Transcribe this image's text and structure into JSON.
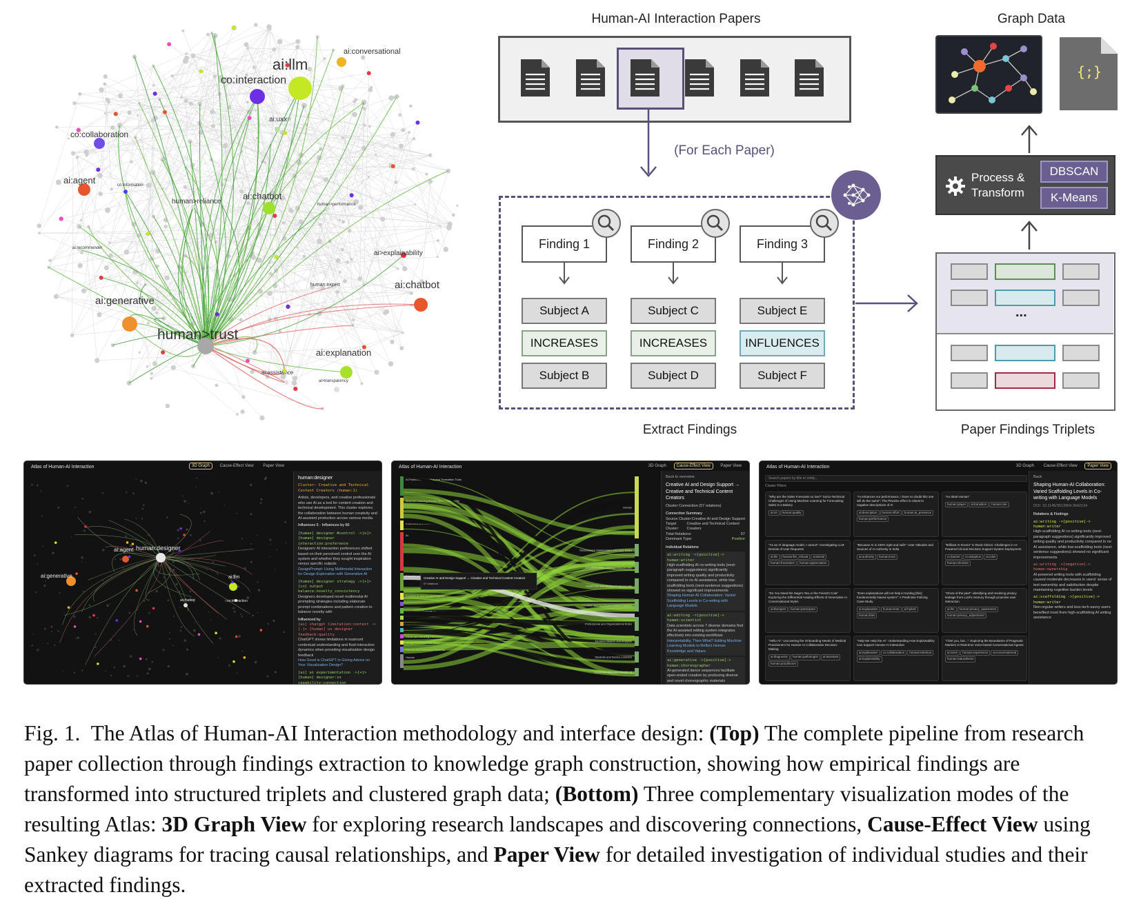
{
  "graph": {
    "hub_label": "human>trust",
    "nodes": [
      {
        "label": "ai:llm",
        "color": "#c5e824"
      },
      {
        "label": "ai:conversational",
        "color": "#f0b323"
      },
      {
        "label": "co:interaction",
        "color": "#6d2fe3"
      },
      {
        "label": "ai:uxx",
        "color": "#b8e0a0"
      },
      {
        "label": "co:collaboration",
        "color": "#6d4fe3"
      },
      {
        "label": "ai:agent",
        "color": "#e8562d"
      },
      {
        "label": "co:information",
        "color": "#4b3fe3"
      },
      {
        "label": "human>reliance",
        "color": "#dddddd"
      },
      {
        "label": "ai:chatbot",
        "color": "#9fe02a"
      },
      {
        "label": "human>performance",
        "color": "#dddddd"
      },
      {
        "label": "ai:recommender",
        "color": "#e0e0e0"
      },
      {
        "label": "ai>explainability",
        "color": "#e8283a"
      },
      {
        "label": "human:expert",
        "color": "#e0e0e0"
      },
      {
        "label": "ai:chatbot",
        "color": "#e8562d"
      },
      {
        "label": "ai:generative",
        "color": "#f0902d"
      },
      {
        "label": "ai:explanation",
        "color": "#a8e02a"
      },
      {
        "label": "ai:assistance",
        "color": "#e0e0e0"
      },
      {
        "label": "ai>transparency",
        "color": "#e0e0e0"
      }
    ]
  },
  "pipeline": {
    "papers_title": "Human-AI Interaction Papers",
    "for_each": "(For Each Paper)",
    "extract_title": "Extract Findings",
    "findings": [
      {
        "label": "Finding 1",
        "subject": "Subject A",
        "relation": "INCREASES",
        "object": "Subject B"
      },
      {
        "label": "Finding 2",
        "subject": "Subject C",
        "relation": "INCREASES",
        "object": "Subject D"
      },
      {
        "label": "Finding 3",
        "subject": "Subject E",
        "relation": "INFLUENCES",
        "object": "Subject F"
      }
    ],
    "graph_data_title": "Graph Data",
    "code_glyph": "{;}",
    "process_label_1": "Process &",
    "process_label_2": "Transform",
    "algorithms": [
      "DBSCAN",
      "K-Means"
    ],
    "ellipsis": "...",
    "triplets_title": "Paper Findings Triplets"
  },
  "screens": {
    "app_title": "Atlas of Human-AI Interaction",
    "tabs": [
      "3D Graph",
      "Cause-Effect View",
      "Paper View"
    ],
    "graph_view": {
      "nodes": [
        "human:designer",
        "ai:agent",
        "ai:generative",
        "ai:llm",
        "co:interaction",
        "ai:chatbot"
      ],
      "panel_title": "human:designer",
      "panel_cluster": "Cluster: Creative and Technical Content Creators (human:1)",
      "panel_desc": "Artists, developers, and creative professionals who use AI as a tool for content creation and technical development. This cluster explores the collaboration between human creativity and AI-assisted production across various media.",
      "influences": "Influences 5 · Influences by 66",
      "influenced_by": "Influenced by",
      "rel1": "[human] designer #control ->[o]> [human] designer interaction:preference",
      "rel1_text": "Designers' AI interaction preferences shifted based on their perceived control over the AI system and whether they sought inspiration versus specific outputs",
      "rel1_link": "DesignPrompt: Using Multimodal Interaction for Design Exploration with Generative AI",
      "rel2": "[human] designer strategy ->[+]> [co] output balance:novelty_consistency",
      "rel2_text": "Designers developed novel multimodal AI prompting strategies including elaborate prompt combinations and pattern creation to balance novelty with",
      "rel3": "[ai] chatgpt limitation:context ->[-]> [human] ux designer feedback:quality",
      "rel3_text": "ChatGPT shows limitations in nuanced contextual understanding and fluid interaction dynamics when providing visualization design feedback",
      "rel3_link": "How Good is ChatGPT in Giving Advice on Your Visualization Design?",
      "rel4": "[ai] ai experimentation ->[+]> [human] designer:xs capability:connection"
    },
    "sankey_view": {
      "left_labels": [
        "AI-Powered Information and Translation Tools",
        "Machine Learning Models and Explainability",
        "Embodied and Multimodal AI Assistants",
        "AI",
        "Educational and Decision Support Systems",
        "Creative AI and Design Support",
        "Research Tool",
        "Autonomous Systems and Agents",
        "Medical Diagnostics and Clinical Tools",
        "Generative and Conversational Systems",
        "Cognitive and Emotional Support Systems",
        "Visual and Sensing Interfaces",
        "Design Tools and Interfaces",
        "Robotic and Embodied Systems",
        "Human"
      ],
      "right_labels": [
        "Human",
        "Researchers Stakeholders and User Roles",
        "Educators and Learning Professionals",
        "Healthcare and Medical Professionals",
        "Creative and Technical Content Creators",
        "Professional and Organizational Roles",
        "Decision Makers and Analysts",
        "Students and Novice Learners",
        "Visual and Extended Reality UI"
      ],
      "tooltip_title": "Creative AI and Design Support → Creative and Technical Content Creators",
      "tooltip_sub": "57 relations",
      "panel_back": "Back to overview",
      "panel_title": "Creative AI and Design Support → Creative and Technical Content Creators",
      "panel_sub": "Cluster Connection (57 relations)",
      "summary_title": "Connection Summary",
      "summary_rows": [
        {
          "k": "Source Cluster:",
          "v": "Creative AI and Design Support"
        },
        {
          "k": "Target Cluster:",
          "v": "Creative and Technical Content Creators"
        },
        {
          "k": "Total Relations:",
          "v": "57"
        },
        {
          "k": "Dominant Type:",
          "v": "Positive"
        }
      ],
      "individual_title": "Individual Relations",
      "rel1": "ai:writing ->[positive]-> human:writer",
      "rel1_text": "High-scaffolding AI co-writing tools (next-paragraph suggestions) significantly improved writing quality and productivity compared to no AI assistance, while low-scaffolding tools (next-sentence suggestions) showed no significant improvements",
      "rel1_link": "Shaping Human-AI Collaboration: Varied Scaffolding Levels in Co-writing with Language Models",
      "rel2": "ai:editing ->[positive]-> human:scientist",
      "rel2_text": "Data scientists across 7 diverse domains find the AI-assisted editing system integrates effectively into existing workflows",
      "rel2_link": "Interpretability, Then What? Editing Machine Learning Models to Reflect Human Knowledge and Values",
      "rel3": "ai:generative ->[positive]-> human:choreographer",
      "rel3_text": "AI-generated dance sequences facilitate open-ended creation by producing diverse and novel choreographic materials"
    },
    "paper_view": {
      "search_placeholder": "Search papers by title or entity...",
      "filters": "Cluster Filters",
      "cards": [
        {
          "title": "\"Why are the Sales Forecasts so low?\" Socio-Technical Challenges of Using Machine Learning for Forecasting Sales in a Bakery",
          "chips": [
            "ai:ml",
            "human:quality"
          ]
        },
        {
          "title": "\"AI enhances our performance, I have no doubt this one will do the same\": The Placebo effect is robust to negative descriptions of AI",
          "chips": [
            "ai:description",
            "human:effort",
            "human:ai_presence",
            "human:performance"
          ]
        },
        {
          "title": "\"An Ideal Human\"",
          "chips": [
            "human:player",
            "ai:transition",
            "human:role"
          ]
        },
        {
          "title": "\"As an AI language model, I cannot\": Investigating LLM Denials of User Requests",
          "chips": [
            "ai:llm",
            "human:llm_refusal",
            "ai:denial",
            "human:frustration",
            "human:appreciation"
          ]
        },
        {
          "title": "\"Because AI is 100% right and safe\": User Attitudes and Sources of AI Authority in India",
          "chips": [
            "ai:authority",
            "human:trust"
          ]
        },
        {
          "title": "\"Brilliant AI Doctor\" in Rural Clinics: Challenges in AI-Powered Clinical Decision Support System Deployment",
          "chips": [
            "co:barrier",
            "co:adoption",
            "ai:cdss",
            "human:clinician"
          ]
        },
        {
          "title": "\"Do You Need the Sage's Tea or the Friend's Cola\" Exploring the Differential Healing Effects of Generative AI Conversational Styles",
          "chips": [
            "ai:therapist",
            "human:participant"
          ]
        },
        {
          "title": "\"Even explanations will not help in trusting [this] fundamentally biased system\": A Predictive Policing Case-Study",
          "chips": [
            "ai:explanation",
            "human:trust",
            "ai:hybrid",
            "human:bias"
          ]
        },
        {
          "title": "\"Ghost of the past\": identifying and resolving privacy leakage from LLM's memory through proactive user interaction",
          "chips": [
            "ai:llm",
            "human:privacy_awareness",
            "human:privacy_adjustment"
          ]
        },
        {
          "title": "\"Hello AI\": Uncovering the Onboarding Needs of Medical Practitioners for Human-AI Collaborative Decision-Making",
          "chips": [
            "ai:diagnostic",
            "human:pathologist",
            "ai:assistant",
            "human:practitioner"
          ]
        },
        {
          "title": "\"Help Me Help the AI\": Understanding How Explainability Can Support Human-AI Interaction",
          "chips": [
            "ai:explanation",
            "co:collaboration",
            "human:intention",
            "ai:explainability"
          ]
        },
        {
          "title": "\"I feel you, but...\": Exploring the Boundaries of Pragmatic Markers in Real-time Voice-based Conversational Agents",
          "chips": [
            "ai:voice",
            "human:experience",
            "ai:conversational",
            "human:naturalness"
          ]
        }
      ],
      "panel_back": "Back",
      "panel_title": "Shaping Human-AI Collaboration: Varied Scaffolding Levels in Co-writing with Language Models",
      "panel_doi": "DOI: 10.1145/3613904.3642134",
      "relations_title": "Relations & Findings",
      "rel1": "ai:writing ->[positive]-> human:writer",
      "rel1_text": "High-scaffolding AI co-writing tools (next-paragraph suggestions) significantly improved writing quality and productivity compared to no AI assistance, while low-scaffolding tools (next-sentence suggestions) showed no significant improvements",
      "rel2": "ai:writing ->[negative]-> human:ownership",
      "rel2_text": "AI-powered writing tools with scaffolding caused moderate decreases in users' sense of text ownership and satisfaction despite maintaining cognitive burden levels",
      "rel3": "ai:scaffolding ->[positive]-> human:writer",
      "rel3_text": "Non-regular writers and less tech-savvy users benefited most from high-scaffolding AI writing assistance"
    }
  },
  "caption": {
    "fig": "Fig. 1.",
    "part1": "The Atlas of Human-AI Interaction methodology and interface design: ",
    "top_bold": "(Top)",
    "part2": " The complete pipeline from research paper collection through findings extraction to knowledge graph construction, showing how empirical findings are transformed into structured triplets and clustered graph data; ",
    "bottom_bold": "(Bottom)",
    "part3": " Three complementary visualization modes of the resulting Atlas: ",
    "view1_bold": "3D Graph View",
    "part4": " for exploring research landscapes and discovering connections, ",
    "view2_bold": "Cause-Effect View",
    "part5": " using Sankey diagrams for tracing causal relationships, and ",
    "view3_bold": "Paper View",
    "part6": " for detailed investigation of individual studies and their extracted findings."
  }
}
